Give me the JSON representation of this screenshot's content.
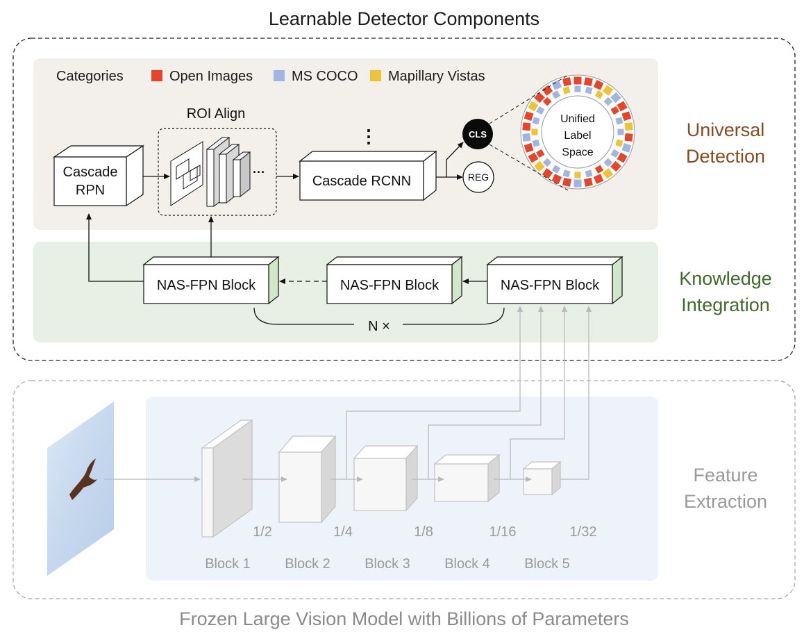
{
  "title": "Learnable Detector Components",
  "bottom_caption": "Frozen Large Vision Model with Billions of Parameters",
  "sections": {
    "universal_line1": "Universal",
    "universal_line2": "Detection",
    "knowledge_line1": "Knowledge",
    "knowledge_line2": "Integration",
    "feature_line1": "Feature",
    "feature_line2": "Extraction"
  },
  "legend": {
    "label": "Categories",
    "items": [
      {
        "label": "Open Images",
        "color": "#e8442a"
      },
      {
        "label": "MS COCO",
        "color": "#9fb6e0"
      },
      {
        "label": "Mapillary Vistas",
        "color": "#f1c232"
      }
    ]
  },
  "detection": {
    "cascade_rpn_line1": "Cascade",
    "cascade_rpn_line2": "RPN",
    "roi_align": "ROI Align",
    "ellipsis": "···",
    "vertical_dots": "⋮",
    "cascade_rcnn": "Cascade RCNN",
    "cls": "CLS",
    "reg": "REG",
    "label_space_line1": "Unified",
    "label_space_line2": "Label",
    "label_space_line3": "Space"
  },
  "integration": {
    "nas_fpn_1": "NAS-FPN Block",
    "nas_fpn_2": "NAS-FPN Block",
    "nas_fpn_3": "NAS-FPN Block",
    "repeat": "N ×"
  },
  "extraction": {
    "blocks": [
      "Block 1",
      "Block 2",
      "Block 3",
      "Block 4",
      "Block 5"
    ],
    "strides": [
      "1/2",
      "1/4",
      "1/8",
      "1/16",
      "1/32"
    ]
  },
  "colors": {
    "universal_text": "#8a4a1e",
    "knowledge_text": "#3f6b2a",
    "feature_text": "#9a9a9a",
    "universal_bg": "#f3efea",
    "knowledge_bg": "#e8efe4",
    "feature_bg": "#eef2f9"
  }
}
